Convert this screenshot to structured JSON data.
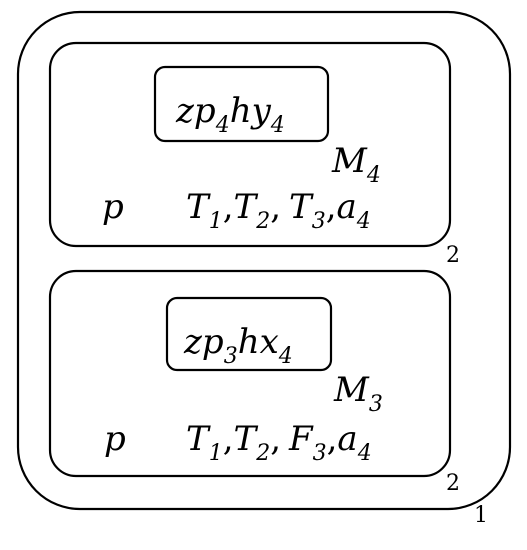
{
  "outer_box": {
    "label": "1"
  },
  "top_box": {
    "inner_label": {
      "parts": [
        "zp",
        "4",
        "hy",
        "4"
      ]
    },
    "model": {
      "base": "M",
      "sub": "4"
    },
    "left_symbol": "p",
    "row": {
      "parts": [
        "T",
        "1",
        ",",
        "T",
        "2",
        ",",
        "T",
        "3",
        ",",
        "a",
        "4"
      ]
    },
    "label": "2"
  },
  "bottom_box": {
    "inner_label": {
      "parts": [
        "zp",
        "3",
        "hx",
        "4"
      ]
    },
    "model": {
      "base": "M",
      "sub": "3"
    },
    "left_symbol": "p",
    "row": {
      "parts": [
        "T",
        "1",
        ",",
        "T",
        "2",
        ",",
        "F",
        "3",
        ",",
        "a",
        "4"
      ]
    },
    "label": "2"
  }
}
